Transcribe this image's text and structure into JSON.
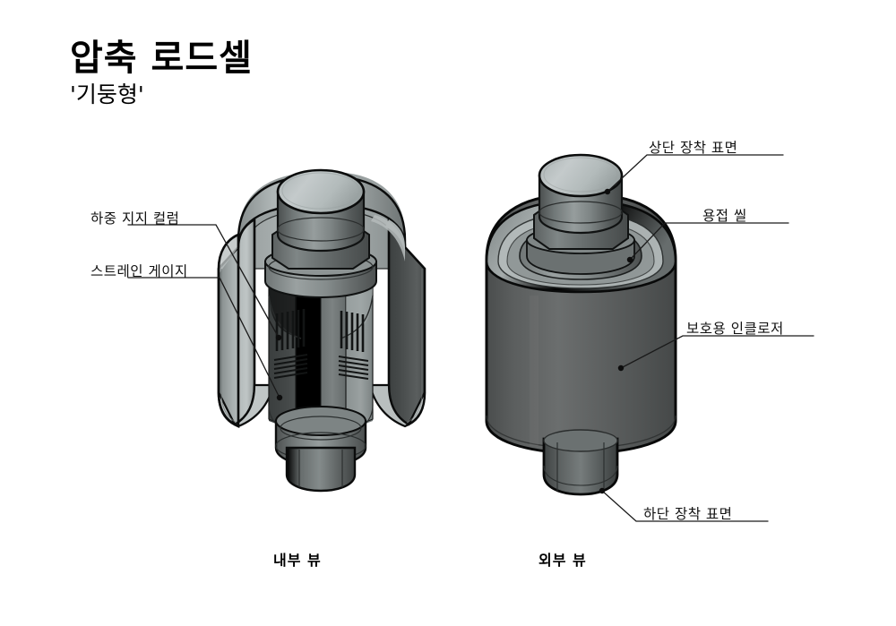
{
  "header": {
    "title": "압축 로드셀",
    "subtitle": "'기둥형'"
  },
  "views": [
    {
      "id": "internal",
      "caption": "내부 뷰"
    },
    {
      "id": "external",
      "caption": "외부 뷰"
    }
  ],
  "labels": {
    "load_column": "하중 지지 컬럼",
    "strain_gauge": "스트레인 게이지",
    "top_mount": "상단 장착 표면",
    "weld_seal": "용접 씰",
    "enclosure": "보호용 인클로저",
    "bottom_mount": "하단 장착 표면"
  },
  "colors": {
    "background": "#ffffff",
    "outline": "#000000",
    "leader": "#1a1a1a",
    "text": "#111111",
    "metal_light": "#c2c8c8",
    "metal_mid": "#8f9696",
    "metal_dark": "#4f5353",
    "metal_darkest": "#3a3d3d",
    "enclosure_body": "#5d5f5f",
    "cut_face": "#3e4141",
    "gauge_line": "#1b1d1d"
  },
  "annotations": {
    "internal_view_parts": [
      "하중 지지 컬럼",
      "스트레인 게이지"
    ],
    "external_view_parts": [
      "상단 장착 표면",
      "용접 씰",
      "보호용 인클로저",
      "하단 장착 표면"
    ]
  }
}
